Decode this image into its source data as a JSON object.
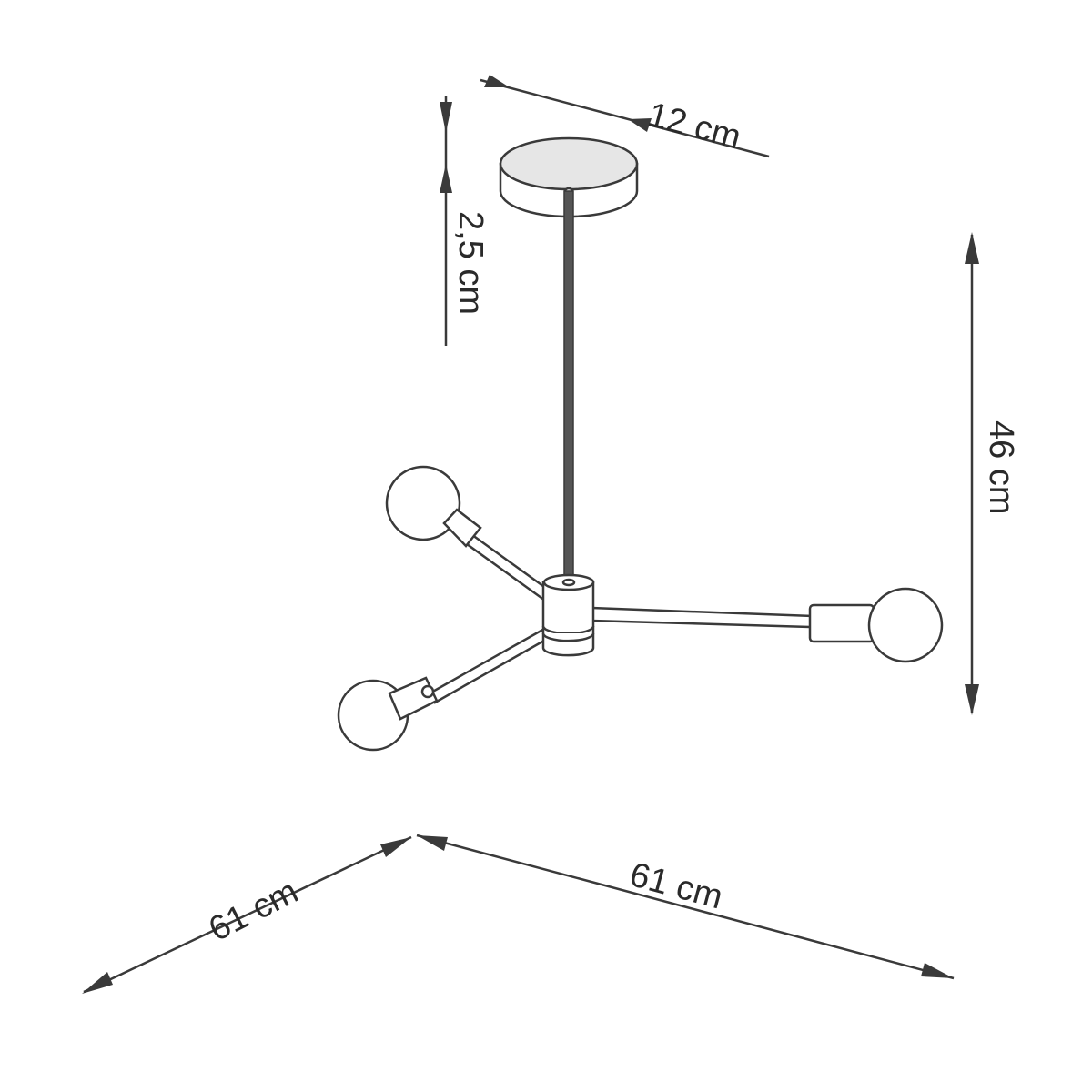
{
  "title": "Pendant lamp dimension drawing",
  "dimensions": {
    "canopy_diameter": "12 cm",
    "canopy_height": "2,5 cm",
    "total_height": "46 cm",
    "width_left": "61 cm",
    "width_right": "61 cm"
  },
  "colors": {
    "line": "#3a3a3a",
    "background": "#ffffff"
  }
}
